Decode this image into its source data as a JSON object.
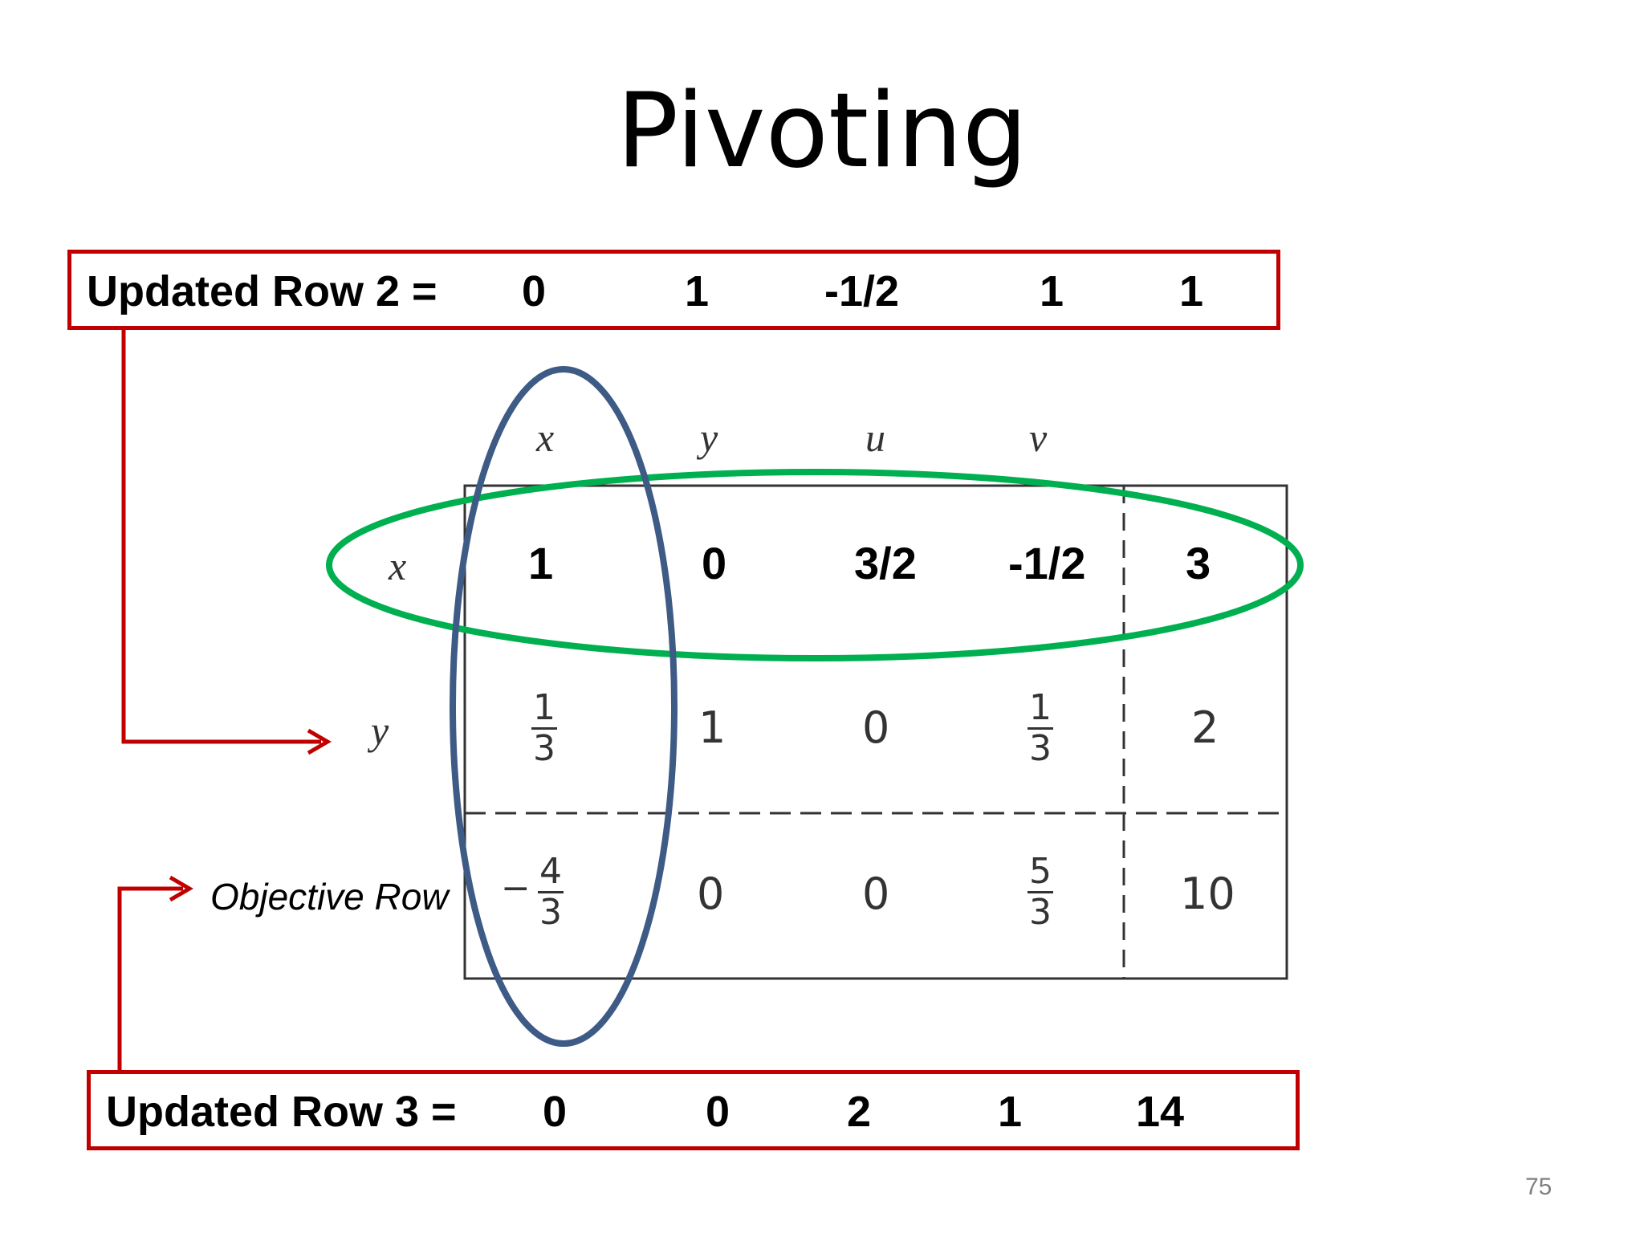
{
  "title": "Pivoting",
  "updated_row_2": {
    "label": "Updated Row 2 =",
    "values": [
      "0",
      "1",
      "-1/2",
      "1",
      "1"
    ]
  },
  "updated_row_3": {
    "label": "Updated Row 3 =",
    "values": [
      "0",
      "0",
      "2",
      "1",
      "14"
    ]
  },
  "tableau": {
    "column_headers": [
      "x",
      "y",
      "u",
      "v"
    ],
    "row_labels": [
      "x",
      "y"
    ],
    "row_x": [
      "1",
      "0",
      "3/2",
      "-1/2",
      "3"
    ],
    "row_y": {
      "c1": {
        "num": "1",
        "den": "3"
      },
      "c2": "1",
      "c3": "0",
      "c4": {
        "num": "1",
        "den": "3"
      },
      "rhs": "2"
    },
    "row_objective": {
      "c1": {
        "sign": "−",
        "num": "4",
        "den": "3"
      },
      "c2": "0",
      "c3": "0",
      "c4": {
        "num": "5",
        "den": "3"
      },
      "rhs": "10"
    }
  },
  "objective_label": "Objective Row",
  "page_number": "75",
  "colors": {
    "box_red": "#c00000",
    "pivot_row_green": "#00b050",
    "pivot_col_blue": "#3e5b86"
  }
}
